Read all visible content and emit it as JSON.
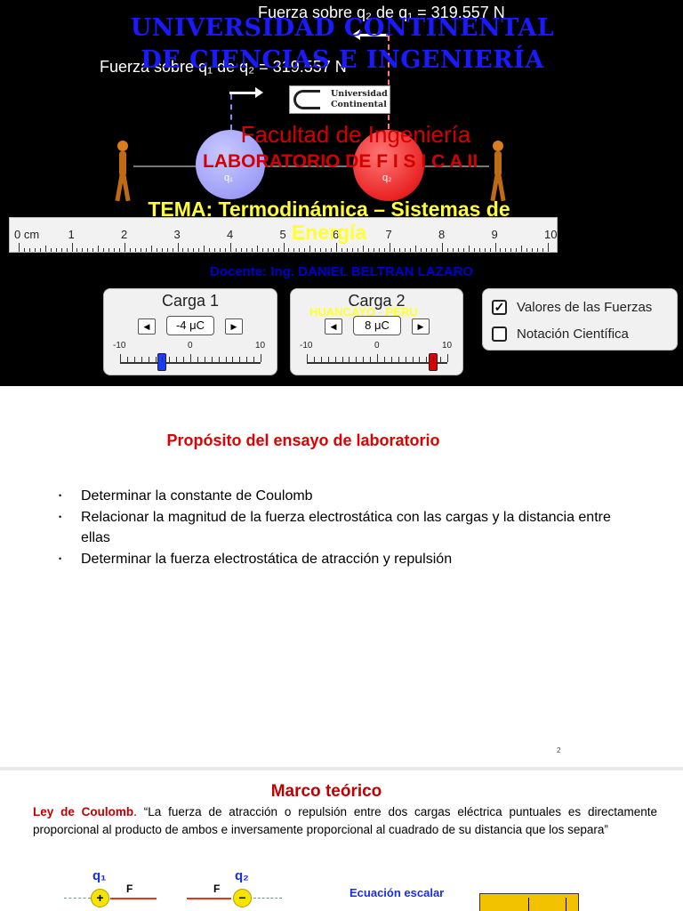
{
  "slide1": {
    "university_title": "UNIVERSIDAD CONTINENTAL DE CIENCIAS E INGENIERÍA",
    "force_top": "Fuerza sobre q₂ de q₁ = 319.557 N",
    "force_left": "Fuerza sobre q₁ de q₂ = 319.557 N",
    "logo": {
      "line1": "Universidad",
      "line2": "Continental"
    },
    "charge1_label": "q₁",
    "charge2_label": "q₂",
    "faculty": "Facultad de Ingeniería",
    "lab": "LABORATORIO DE F I S I C A  II",
    "tema": "TEMA:  Termodinámica – Sistemas de Energía",
    "docente": "Docente:  Ing.  DANIEL BELTRAN LAZARO",
    "location": "HUANCAYO - PERU",
    "ruler": {
      "labels": [
        "0 cm",
        "1",
        "2",
        "3",
        "4",
        "5",
        "6",
        "7",
        "8",
        "9",
        "10"
      ]
    },
    "carga1": {
      "title": "Carga 1",
      "value": "-4 μC",
      "min": "-10",
      "mid": "0",
      "max": "10",
      "level": -4,
      "thumb_color": "#1a3cff"
    },
    "carga2": {
      "title": "Carga 2",
      "value": "8 μC",
      "min": "-10",
      "mid": "0",
      "max": "10",
      "level": 8,
      "thumb_color": "#e00000"
    },
    "options": [
      {
        "label": "Valores de las Fuerzas",
        "checked": true
      },
      {
        "label": "Notación Científica",
        "checked": false
      }
    ]
  },
  "slide2": {
    "heading": "Propósito del ensayo de laboratorio",
    "bullets": [
      "Determinar la constante de Coulomb",
      "Relacionar la magnitud de la fuerza electrostática con las cargas y la distancia entre ellas",
      "Determinar la fuerza electrostática de atracción y repulsión"
    ],
    "page_number": "2"
  },
  "slide3": {
    "heading": "Marco teórico",
    "law_name": "Ley de Coulomb",
    "law_text": ". “La fuerza de atracción o repulsión entre dos cargas eléctrica puntuales es directamente proporcional al producto de ambos e inversamente proporcional al cuadrado de su distancia que los separa”",
    "diagram": {
      "q1": "q₁",
      "q2": "q₂",
      "force": "F",
      "plus": "+",
      "minus": "−"
    },
    "equation_label": "Ecuación escalar"
  }
}
